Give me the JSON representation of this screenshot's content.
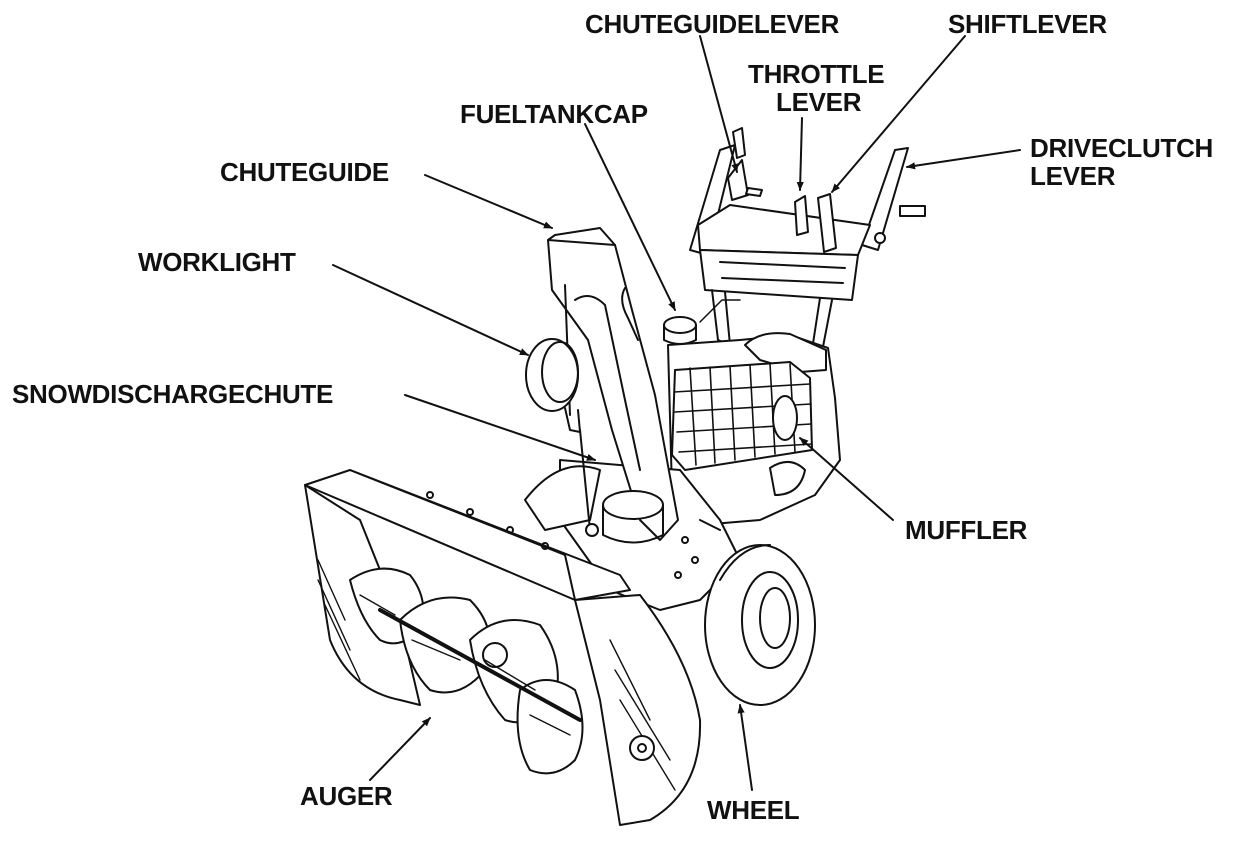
{
  "diagram": {
    "labels": {
      "chute_guide_lever": "CHUTEGUIDELEVER",
      "shift_lever": "SHIFTLEVER",
      "throttle_lever_line1": "THROTTLE",
      "throttle_lever_line2": "LEVER",
      "fuel_tank_cap": "FUELTANKCAP",
      "drive_clutch_lever_line1": "DRIVECLUTCH",
      "drive_clutch_lever_line2": "LEVER",
      "chute_guide": "CHUTEGUIDE",
      "work_light": "WORKLIGHT",
      "snow_discharge_chute": "SNOWDISCHARGECHUTE",
      "muffler": "MUFFLER",
      "auger": "AUGER",
      "wheel": "WHEEL"
    },
    "colors": {
      "ink": "#111111",
      "paper": "#ffffff"
    }
  }
}
